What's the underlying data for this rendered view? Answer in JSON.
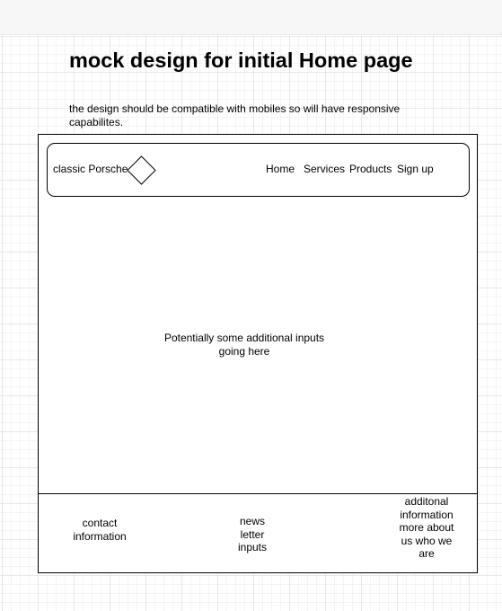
{
  "page": {
    "heading": "mock design for initial Home page",
    "subtext": "the design should be compatible with mobiles so will have responsive capabilites."
  },
  "navbar": {
    "brand": "classic Porsche",
    "logo_icon": "diamond-icon",
    "links": {
      "home": "Home",
      "services": "Services",
      "products": "Products",
      "signup": "Sign up"
    }
  },
  "content": {
    "note": "Potentially some additional inputs going here"
  },
  "footer": {
    "contact": "contact information",
    "newsletter": "news letter inputs",
    "about": "additonal information more about us who we are"
  }
}
